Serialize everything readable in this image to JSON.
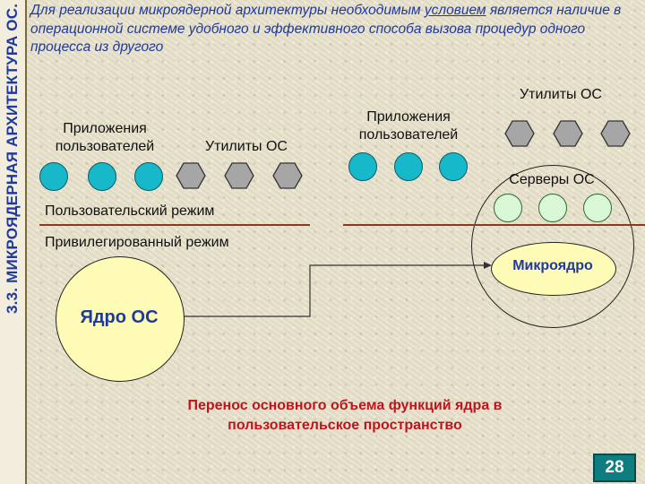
{
  "side_title": "3.3. МИКРОЯДЕРНАЯ АРХИТЕКТУРА ОС.",
  "intro": {
    "part1": "Для реализации микроядерной архитектуры необходимым ",
    "underlined": "условием",
    "part2": " является наличие в операционной системе удобного и эффективного способа вызова процедур одного процесса из другого"
  },
  "left": {
    "apps_label": "Приложения\nпользователей",
    "utils_label": "Утилиты ОС",
    "user_mode": "Пользовательский режим",
    "priv_mode": "Привилегированный режим",
    "kernel": "Ядро ОС"
  },
  "right": {
    "apps_label": "Приложения\nпользователей",
    "utils_label": "Утилиты ОС",
    "servers_label": "Серверы ОС",
    "microkernel": "Микроядро"
  },
  "caption": "Перенос основного объема функций ядра в пользовательское пространство",
  "page_number": "28",
  "colors": {
    "title_blue": "#1f3a9c",
    "caption_red": "#c0141c",
    "app_circle": "#17b8c9",
    "server_circle": "#d8f8d6",
    "utility_hex": "#a6a6a6",
    "kernel_fill": "#fdfbb6",
    "divider": "#8b3a1e",
    "page_badge": "#0e7d80"
  }
}
